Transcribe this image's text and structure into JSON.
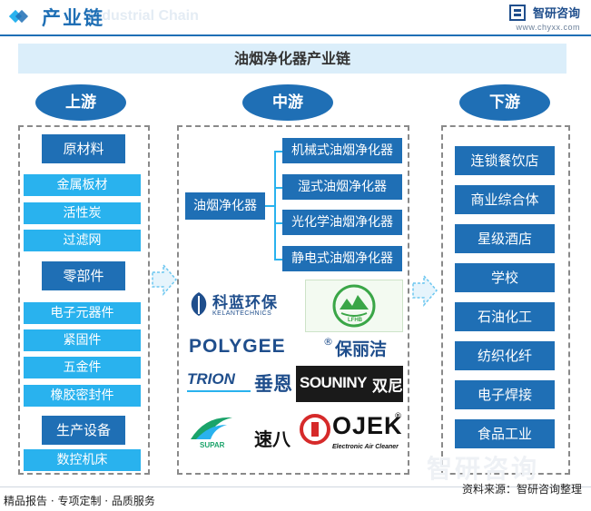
{
  "header": {
    "title": "产业链",
    "ghost_text": "Industrial Chain",
    "brand_name": "智研咨询",
    "brand_url": "www.chyxx.com"
  },
  "title": "油烟净化器产业链",
  "sections": {
    "upstream": "上游",
    "midstream": "中游",
    "downstream": "下游"
  },
  "upstream": {
    "groups": [
      {
        "name": "原材料",
        "items": [
          "金属板材",
          "活性炭",
          "过滤网"
        ]
      },
      {
        "name": "零部件",
        "items": [
          "电子元器件",
          "紧固件",
          "五金件",
          "橡胶密封件"
        ]
      },
      {
        "name": "生产设备",
        "items": [
          "数控机床"
        ]
      }
    ]
  },
  "midstream": {
    "root": "油烟净化器",
    "types": [
      "机械式油烟净化器",
      "湿式油烟净化器",
      "光化学油烟净化器",
      "静电式油烟净化器"
    ],
    "logos": {
      "kelan_cn": "科蓝环保",
      "kelan_en": "KELANTECHNICS",
      "lfhb": "LFHB",
      "polygee": "POLYGEE",
      "polygee_cn": "保丽洁",
      "trion": "TRION",
      "trion_cn": "垂恩",
      "souniny": "SOUNINY",
      "souniny_cn": "双尼",
      "supar": "SUPAR",
      "supar_cn": "速八",
      "ojek": "OJEK",
      "ojek_sub": "Electronic Air Cleaner"
    }
  },
  "downstream": [
    "连锁餐饮店",
    "商业综合体",
    "星级酒店",
    "学校",
    "石油化工",
    "纺织化纤",
    "电子焊接",
    "食品工业"
  ],
  "footer": {
    "left": "精品报告 · 专项定制 · 品质服务",
    "right": "资料来源：智研咨询整理",
    "watermark": "智研咨询"
  },
  "colors": {
    "primary": "#1f6fb5",
    "accent": "#29b2ee",
    "band": "#dbeefa"
  }
}
